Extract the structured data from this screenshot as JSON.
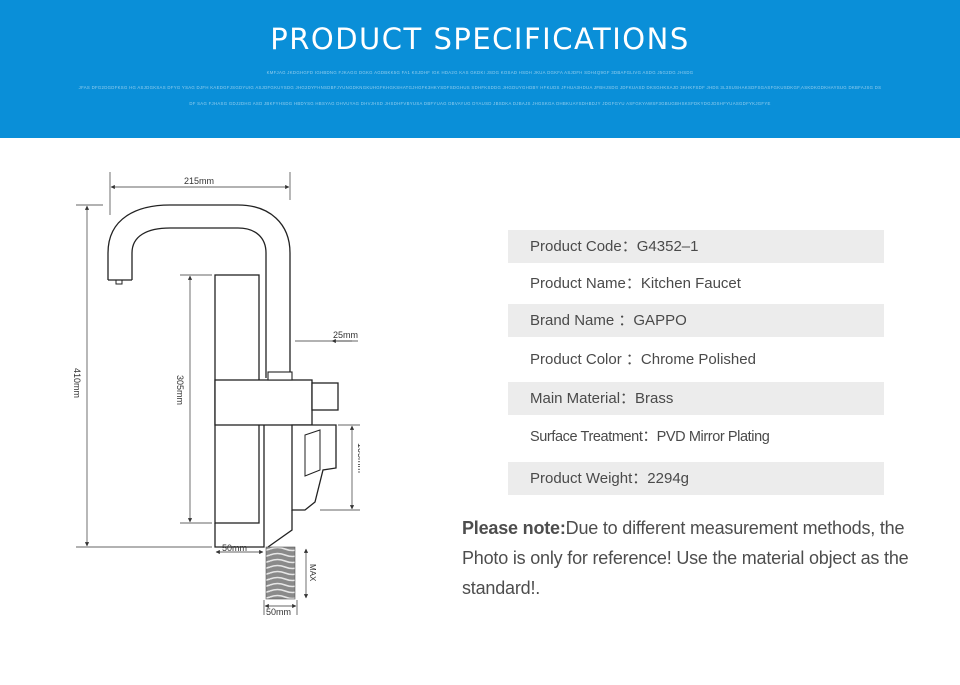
{
  "banner": {
    "title": "PRODUCT SPECIFICATIONS",
    "filler_lines": [
      "KMFJAG JKDGHGFD IGHBDNG FJKAGG DGKG AGDBKK5G FA1 KSJDHF IGK HDA2G KAS GKDKI JSDG KOSAD HSDH JKUA DGKFA ASJDFH SDH4Q9GF 3DBAFGLIVG ASDG J5G2DG JHSDG",
      "JFAS DFG2DGDFKSG HG ASJDGKSAS DFYG YSAG DJFH KAEDGFJSGDYUIG ASJDFGKUYSDG JHG2DYFHNSDBFJYUNGDKNGKUHGFKHGKSHATGJHGFK3HKYSDFSDGHUS SDHFKSDDG JHGDUYGHDBY HFKUDS JFHUA3HDUA JFBHJSDG JDFKUASD DKSGHKSAJD 3KHKFSDF JHDS 3L3SUSHAKSDFSGASFGKUSDKGF,ASKDKGDKHAYSUG DKBFAJSG DS",
      "DF SAG FJHASG GDJ2DHG ASD JBKFYHSDG HBDYSG HBSYAG DHVUYAG DHVJHSD JHSDHFVBYUSA DBFYUAG DBVAYUG DYAUSD JBSDKA DJBAJS JHGSKGA DHBKUAYSDHBDJY JDGFGYU ASFGKYAWSF3GBUGBHSKSFDKYDGJDSHFYUASGDFYKJGFYE"
    ]
  },
  "diagram": {
    "dim_width_top": "215mm",
    "dim_height_total": "410mm",
    "dim_body_height": "305mm",
    "dim_spout_dia": "25mm",
    "dim_handle_height": "105mm",
    "dim_base_width": "50mm",
    "dim_max_label": "MAX",
    "dim_hose_width": "50mm"
  },
  "specs": [
    {
      "label": "Product Code",
      "sep": "：",
      "value": "G4352–1"
    },
    {
      "label": "Product Name",
      "sep": "：",
      "value": "Kitchen Faucet"
    },
    {
      "label": "Brand Name ",
      "sep": "：",
      "value": "GAPPO"
    },
    {
      "label": "Product Color ",
      "sep": "：",
      "value": "Chrome Polished"
    },
    {
      "label": "Main Material",
      "sep": "：",
      "value": "Brass"
    },
    {
      "label": "Surface Treatment",
      "sep": "：",
      "value": "PVD Mirror Plating"
    },
    {
      "label": "Product Weight",
      "sep": "：",
      "value": "2294g"
    }
  ],
  "note": {
    "lead": "Please note:",
    "text": "Due to different measurement methods, the Photo is only for reference! Use the material object as the standard!."
  },
  "colors": {
    "banner": "#0a8fd8",
    "row_shade": "#ececec",
    "text": "#4a4a4a",
    "line": "#333333"
  }
}
